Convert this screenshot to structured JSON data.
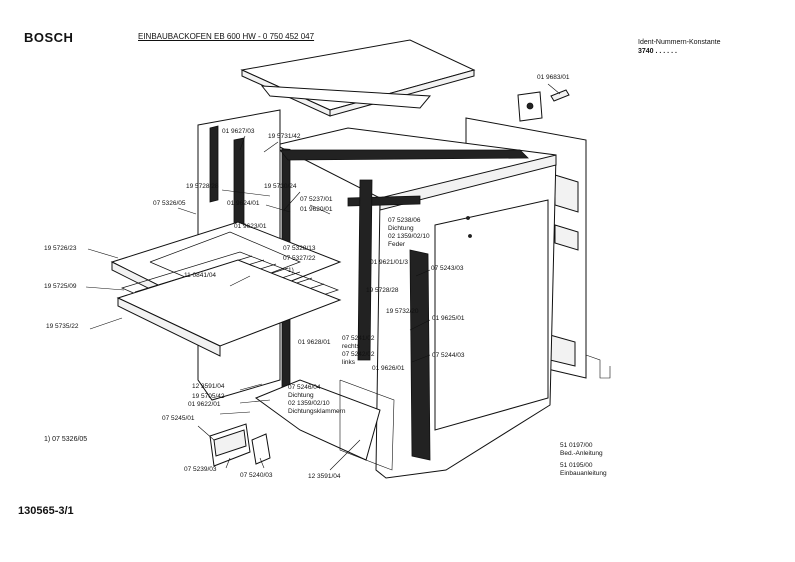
{
  "header": {
    "brand": "BOSCH",
    "title": "EINBAUBACKOFEN  EB 600 HW  -  0 750 452 047",
    "ident_label": "Ident-Nummern-Konstante",
    "ident_code": "3740  . .  . . . ."
  },
  "footer": {
    "drawing_number": "130565-3/1",
    "footnote": "1)  07 5326/05"
  },
  "callouts": [
    {
      "id": "c1",
      "lines": [
        "01 9683/01"
      ]
    },
    {
      "id": "c2",
      "lines": [
        "01 9627/03"
      ]
    },
    {
      "id": "c3",
      "lines": [
        "19 5731/42"
      ]
    },
    {
      "id": "c4",
      "lines": [
        "19 5728/28"
      ]
    },
    {
      "id": "c5",
      "lines": [
        "19 5730/24"
      ]
    },
    {
      "id": "c6",
      "lines": [
        "07 5326/05"
      ]
    },
    {
      "id": "c7",
      "lines": [
        "01 9624/01"
      ]
    },
    {
      "id": "c8",
      "lines": [
        "07 5237/01"
      ]
    },
    {
      "id": "c9",
      "lines": [
        "01 9620/01"
      ]
    },
    {
      "id": "c10",
      "lines": [
        "01 9623/01"
      ]
    },
    {
      "id": "c11",
      "lines": [
        "07 5238/06",
        "Dichtung",
        "02 1359/02/10",
        "Feder"
      ]
    },
    {
      "id": "c12",
      "lines": [
        "19 5726/23"
      ]
    },
    {
      "id": "c13",
      "lines": [
        "07 5328/13"
      ]
    },
    {
      "id": "c14",
      "lines": [
        "07 5327/22"
      ]
    },
    {
      "id": "c15",
      "lines": [
        "11 0841/04"
      ]
    },
    {
      "id": "c16",
      "lines": [
        "1)"
      ]
    },
    {
      "id": "c17",
      "lines": [
        "01 9621/01/3"
      ]
    },
    {
      "id": "c18",
      "lines": [
        "07 5243/03"
      ]
    },
    {
      "id": "c19",
      "lines": [
        "19 5725/09"
      ]
    },
    {
      "id": "c20",
      "lines": [
        "19 5728/28"
      ]
    },
    {
      "id": "c21",
      "lines": [
        "19 5732/20"
      ]
    },
    {
      "id": "c22",
      "lines": [
        "19 5735/22"
      ]
    },
    {
      "id": "c23",
      "lines": [
        "01 9625/01"
      ]
    },
    {
      "id": "c24",
      "lines": [
        "01 9628/01"
      ]
    },
    {
      "id": "c25",
      "lines": [
        "07 5241/02",
        "rechts",
        "07 5242/02",
        "links"
      ]
    },
    {
      "id": "c26",
      "lines": [
        "07 5244/03"
      ]
    },
    {
      "id": "c27",
      "lines": [
        "01 9626/01"
      ]
    },
    {
      "id": "c28",
      "lines": [
        "12 3591/04"
      ]
    },
    {
      "id": "c29",
      "lines": [
        "07 5246/04",
        "Dichtung"
      ]
    },
    {
      "id": "c30",
      "lines": [
        "19 5705/42"
      ]
    },
    {
      "id": "c31",
      "lines": [
        "02 1359/02/10",
        "Dichtungsklammern"
      ]
    },
    {
      "id": "c32",
      "lines": [
        "01 9622/01"
      ]
    },
    {
      "id": "c33",
      "lines": [
        "07 5245/01"
      ]
    },
    {
      "id": "c34",
      "lines": [
        "51 0197/00",
        "Bed.-Anleitung"
      ]
    },
    {
      "id": "c35",
      "lines": [
        "51 0195/00",
        "Einbauanleitung"
      ]
    },
    {
      "id": "c36",
      "lines": [
        "07 5239/03"
      ]
    },
    {
      "id": "c37",
      "lines": [
        "07 5240/03"
      ]
    },
    {
      "id": "c38",
      "lines": [
        "12 3591/04"
      ]
    }
  ]
}
